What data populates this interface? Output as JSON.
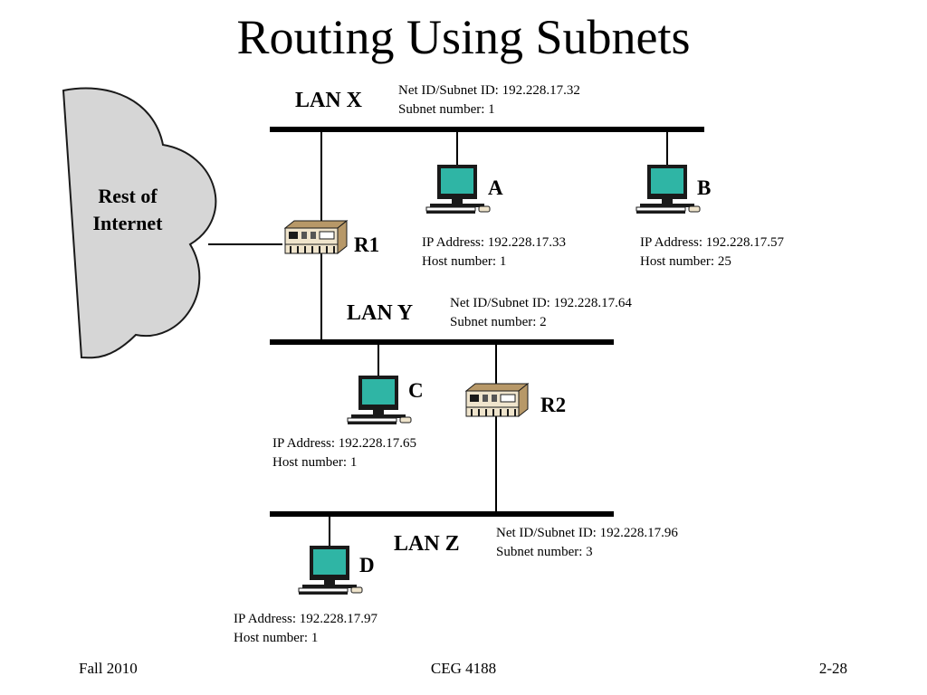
{
  "title": "Routing Using Subnets",
  "colors": {
    "cloud": "#d6d6d6",
    "screen": "#2fb5a5",
    "router_top": "#b79868",
    "router_front": "#efe4cc",
    "line": "#000000"
  },
  "cloud": {
    "line1": "Rest of",
    "line2": "Internet"
  },
  "lans": [
    {
      "name": "LAN X",
      "net_id": "Net ID/Subnet ID: 192.228.17.32",
      "subnet": "Subnet number: 1"
    },
    {
      "name": "LAN Y",
      "net_id": "Net ID/Subnet ID: 192.228.17.64",
      "subnet": "Subnet number: 2"
    },
    {
      "name": "LAN Z",
      "net_id": "Net ID/Subnet ID: 192.228.17.96",
      "subnet": "Subnet number: 3"
    }
  ],
  "routers": [
    {
      "label": "R1"
    },
    {
      "label": "R2"
    }
  ],
  "hosts": [
    {
      "label": "A",
      "ip": "IP Address: 192.228.17.33",
      "host": "Host number: 1",
      "icon": "computer-icon"
    },
    {
      "label": "B",
      "ip": "IP Address: 192.228.17.57",
      "host": "Host number: 25",
      "icon": "computer-icon"
    },
    {
      "label": "C",
      "ip": "IP Address: 192.228.17.65",
      "host": "Host number: 1",
      "icon": "computer-icon"
    },
    {
      "label": "D",
      "ip": "IP Address: 192.228.17.97",
      "host": "Host number: 1",
      "icon": "computer-icon"
    }
  ],
  "footer": {
    "left": "Fall 2010",
    "center": "CEG 4188",
    "right": "2-28"
  }
}
